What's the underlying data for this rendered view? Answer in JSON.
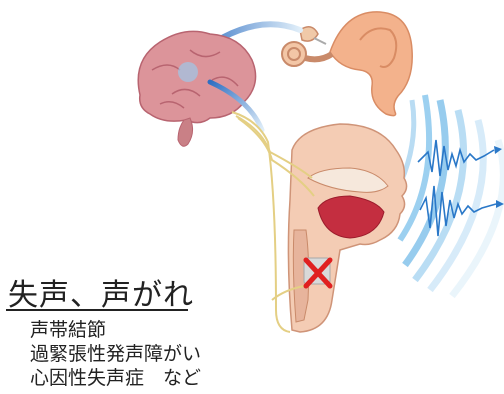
{
  "heading": "失声、声がれ",
  "causes": [
    "声帯結節",
    "過緊張性発声障がい",
    "心因性失声症　など"
  ],
  "mark_symbol": "X",
  "colors": {
    "brain": "#d98f96",
    "ear": "#f2b08a",
    "throat_tissue": "#e3a48b",
    "mouth_cavity": "#c23040",
    "nerve": "#e7d48a",
    "sound_wave": "#5aa8dc",
    "path_arrow": "#3a78c8",
    "mark": "#e02020"
  }
}
